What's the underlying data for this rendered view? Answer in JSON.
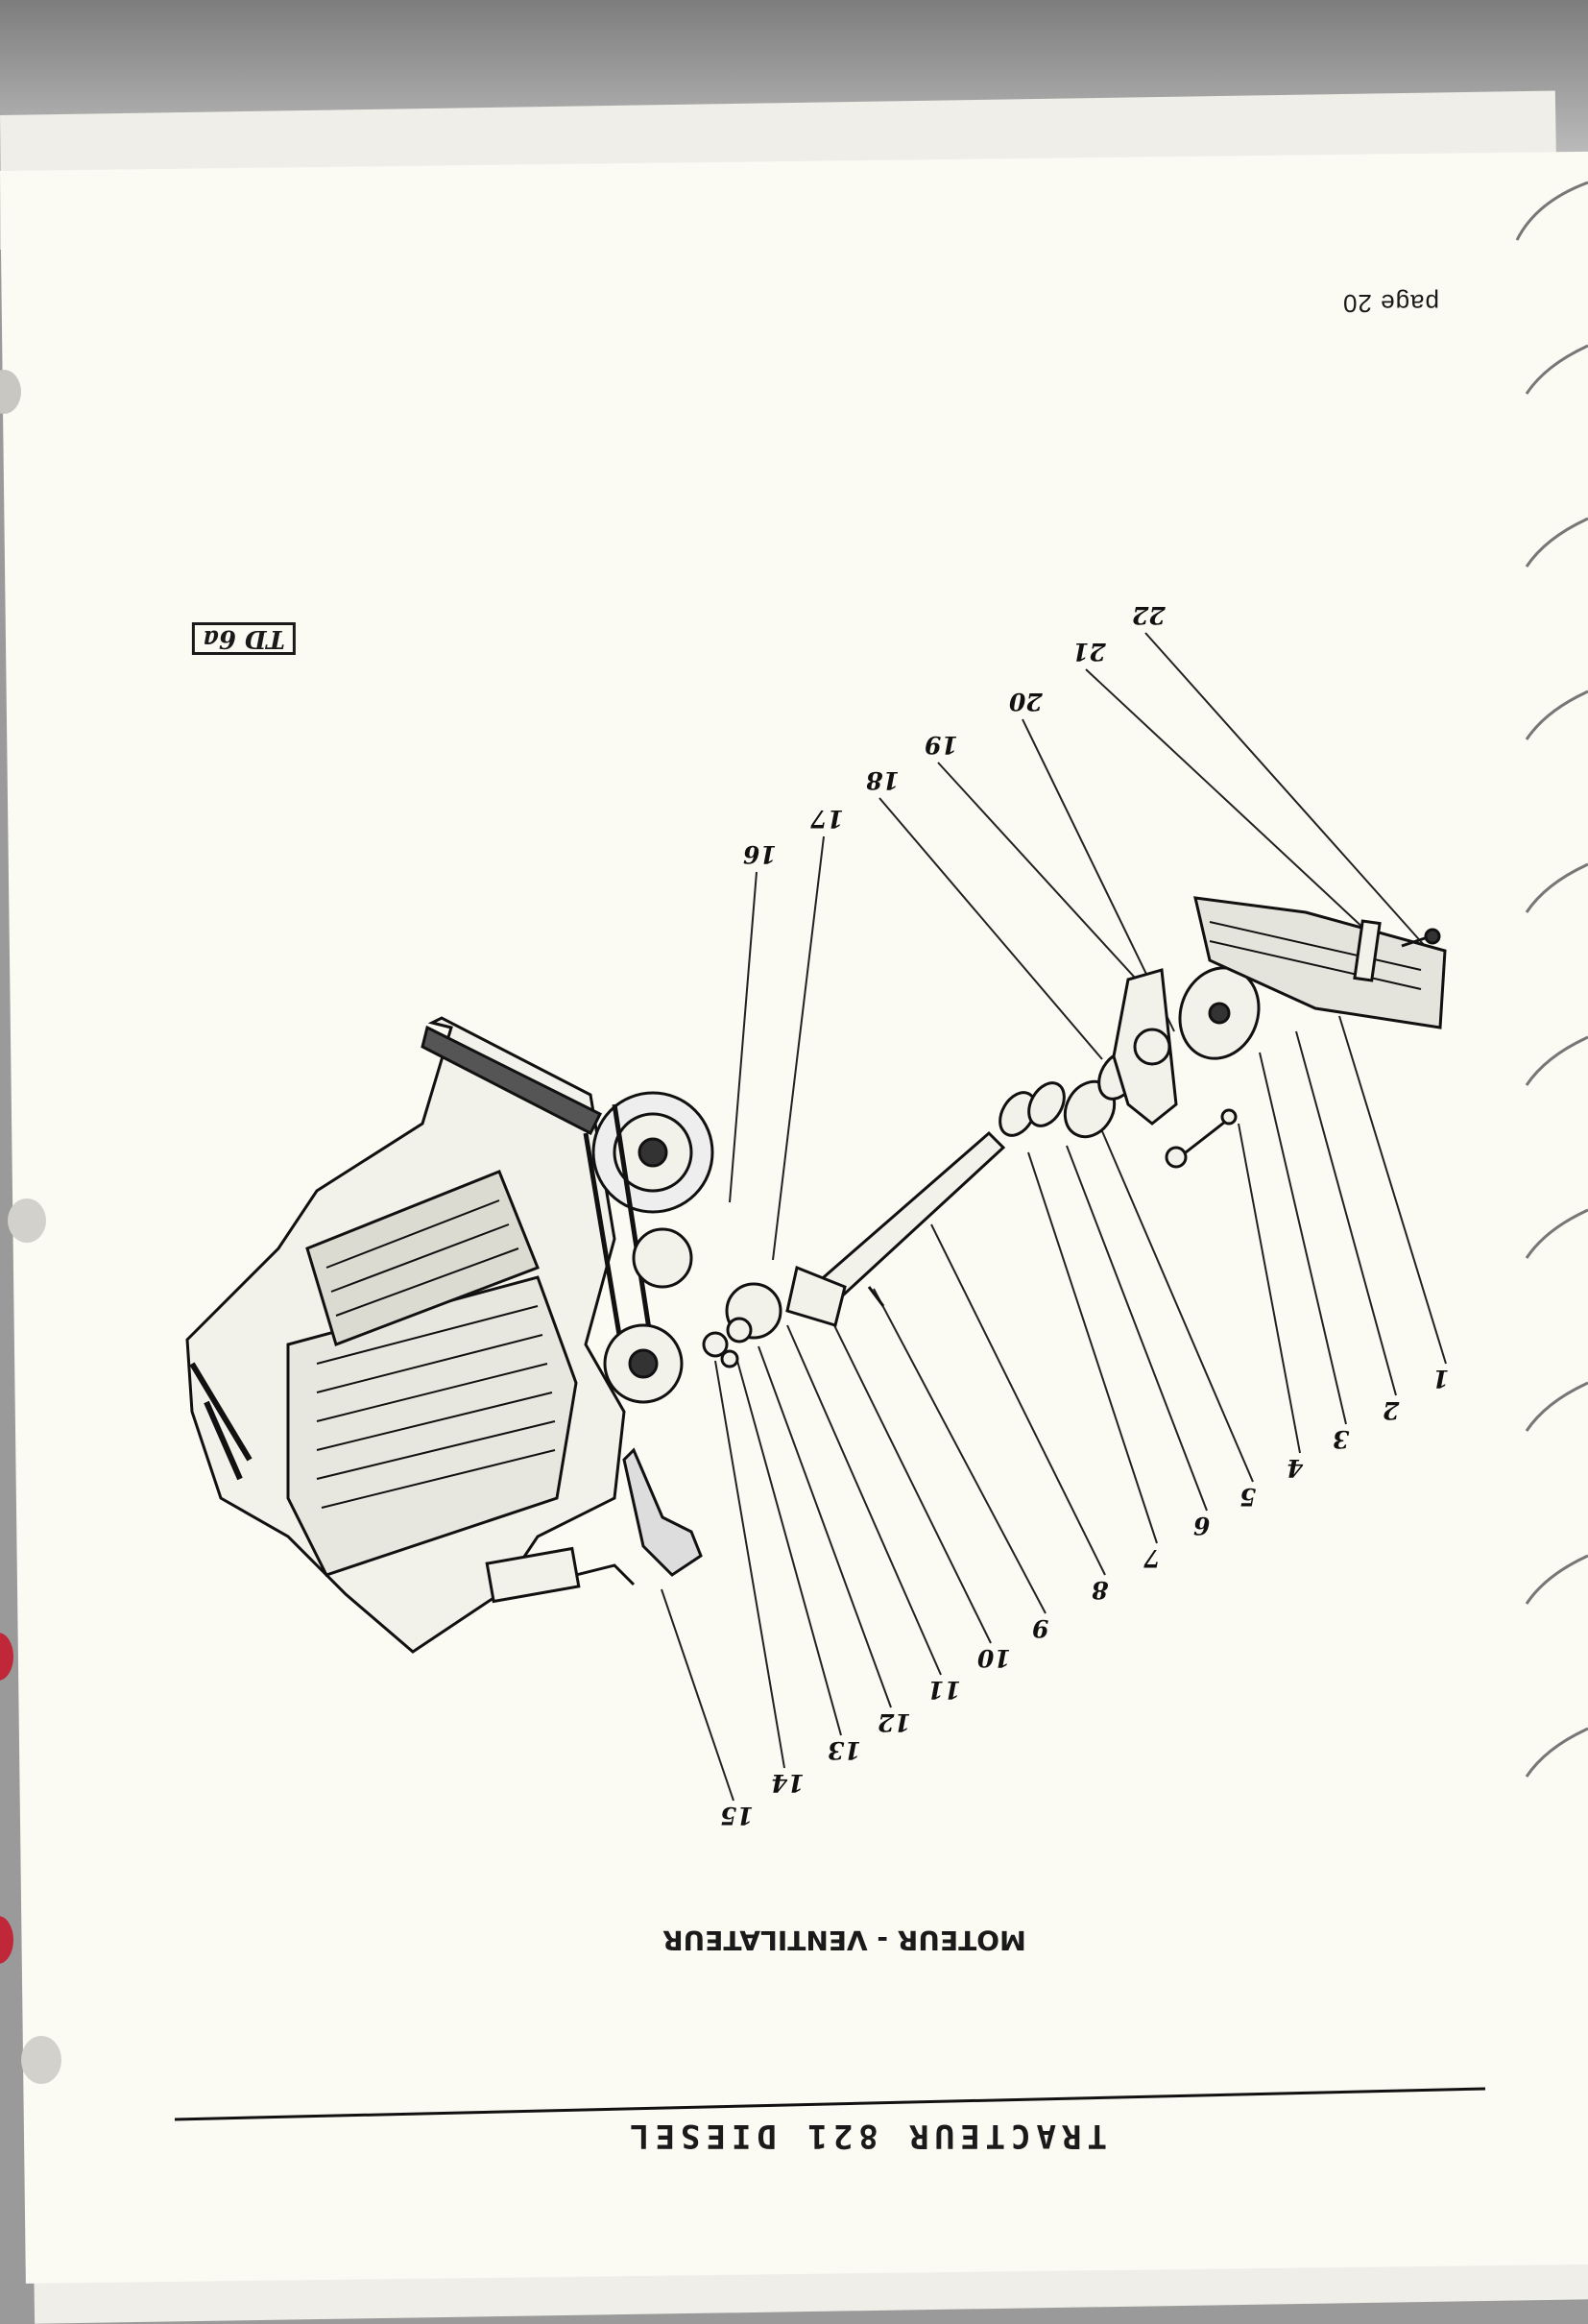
{
  "page": {
    "page_number": "page 20",
    "plate_code": "TD 6a",
    "title": "MOTEUR - VENTILATEUR",
    "footer": "TRACTEUR 821 DIESEL"
  },
  "callouts": [
    "1",
    "2",
    "3",
    "4",
    "5",
    "6",
    "7",
    "8",
    "9",
    "10",
    "11",
    "12",
    "13",
    "14",
    "15",
    "16",
    "17",
    "18",
    "19",
    "20",
    "21",
    "22"
  ],
  "colors": {
    "paper": "#fbfaf3",
    "ink": "#1a1a1a",
    "binder_hole_red": "#c0283a"
  }
}
